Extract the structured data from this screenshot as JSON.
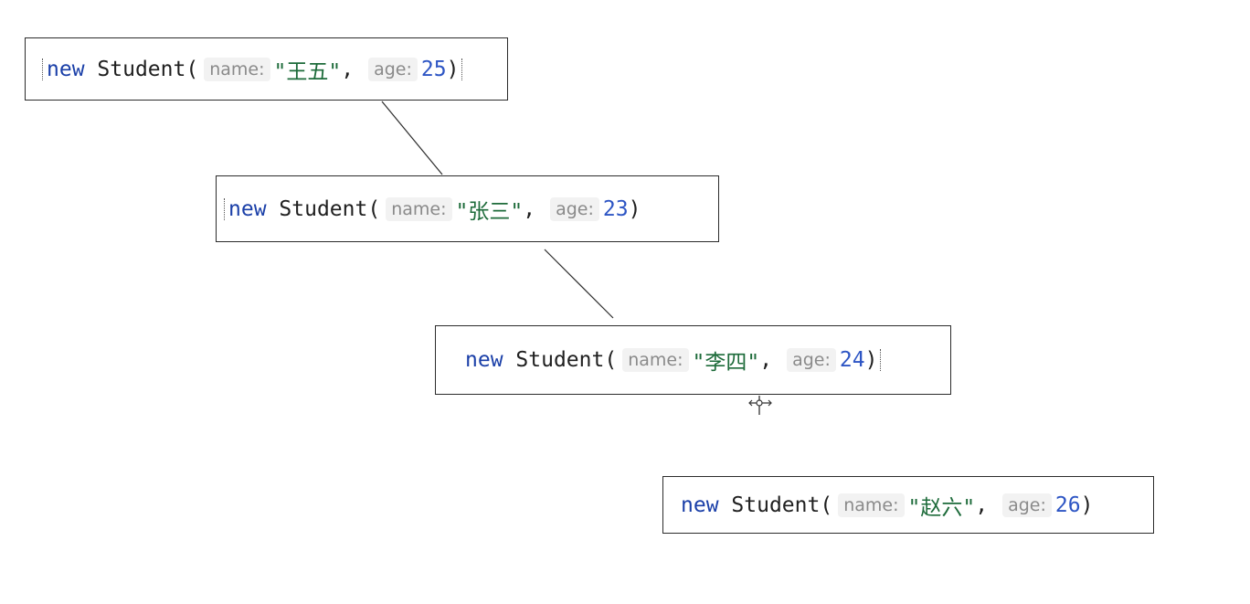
{
  "nodes": [
    {
      "keyword": "new",
      "class_name": "Student",
      "name_hint": "name:",
      "name_value": "\"王五\"",
      "age_hint": "age:",
      "age_value": "25"
    },
    {
      "keyword": "new",
      "class_name": "Student",
      "name_hint": "name:",
      "name_value": "\"张三\"",
      "age_hint": "age:",
      "age_value": "23"
    },
    {
      "keyword": "new",
      "class_name": "Student",
      "name_hint": "name:",
      "name_value": "\"李四\"",
      "age_hint": "age:",
      "age_value": "24"
    },
    {
      "keyword": "new",
      "class_name": "Student",
      "name_hint": "name:",
      "name_value": "\"赵六\"",
      "age_hint": "age:",
      "age_value": "26"
    }
  ],
  "syntax": {
    "open_paren": "(",
    "close_paren": ")",
    "comma": ","
  },
  "colors": {
    "keyword": "#1a3fa8",
    "string": "#1d6b3a",
    "number": "#2d55c4",
    "hint": "#8a8a8a",
    "border": "#2b2b2b"
  }
}
